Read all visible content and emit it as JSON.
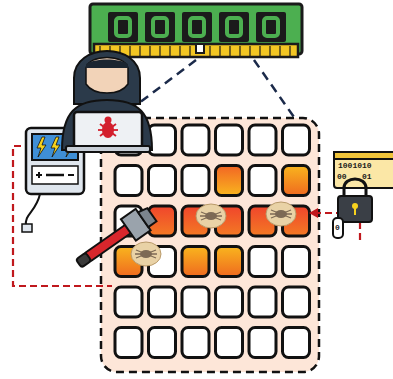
{
  "diagram": {
    "labels": [
      "1001010",
      "00",
      "01",
      "0"
    ]
  }
}
